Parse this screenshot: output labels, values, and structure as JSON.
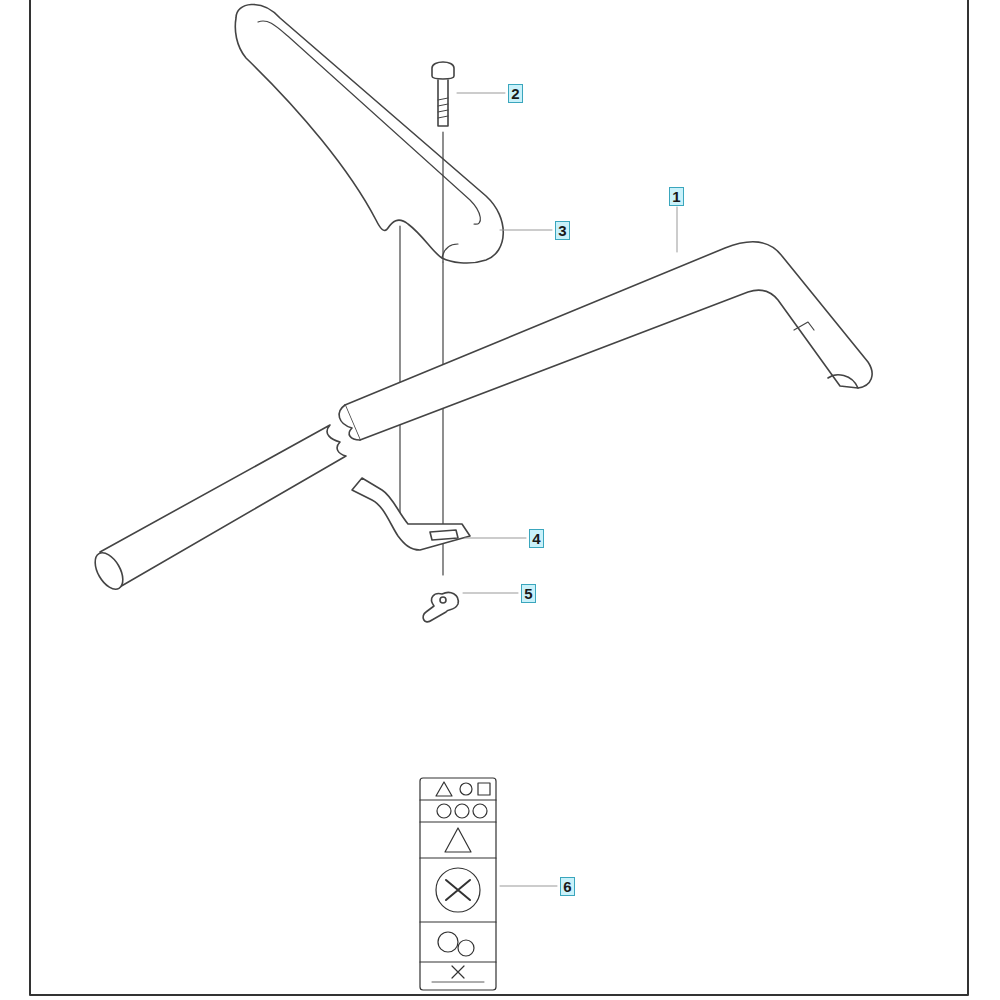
{
  "diagram": {
    "labels": [
      "2",
      "3",
      "1",
      "4",
      "5",
      "6"
    ]
  }
}
